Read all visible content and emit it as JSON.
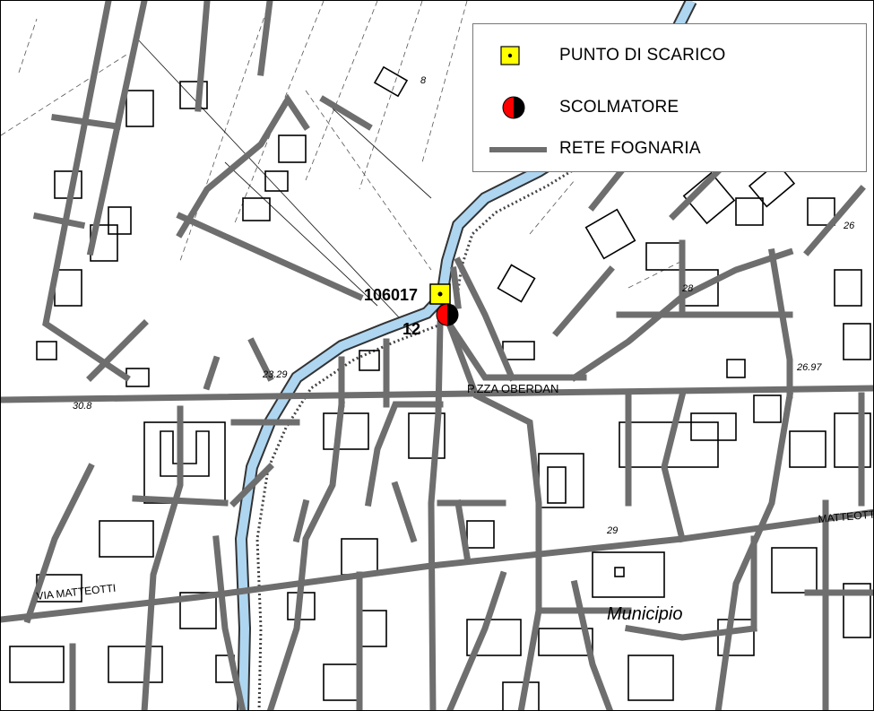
{
  "legend": {
    "items": [
      {
        "label": "PUNTO DI SCARICO",
        "symbol": "discharge-point-icon",
        "color": "#ffff00"
      },
      {
        "label": "SCOLMATORE",
        "symbol": "overflow-icon",
        "colors": [
          "#ff0000",
          "#000000"
        ]
      },
      {
        "label": "RETE FOGNARIA",
        "symbol": "sewer-line-icon",
        "color": "#6e6e6e"
      }
    ]
  },
  "points": {
    "discharge_id": "106017",
    "overflow_id": "12"
  },
  "labels": {
    "piazza": "P.ZZA OBERDAN",
    "via_matteotti_left": "VIA MATTEOTTI",
    "via_matteotti_right": "MATTEOTTI",
    "municipio": "Municipio",
    "elev_1": "23.29",
    "elev_2": "30.8",
    "elev_3": "28",
    "elev_4": "29",
    "elev_5": "26",
    "elev_6": "26.97",
    "elev_7": "8"
  },
  "colors": {
    "sewer": "#6e6e6e",
    "river": "#aed6f1",
    "building": "#000000",
    "discharge": "#ffff00",
    "overflow_red": "#ff0000"
  }
}
